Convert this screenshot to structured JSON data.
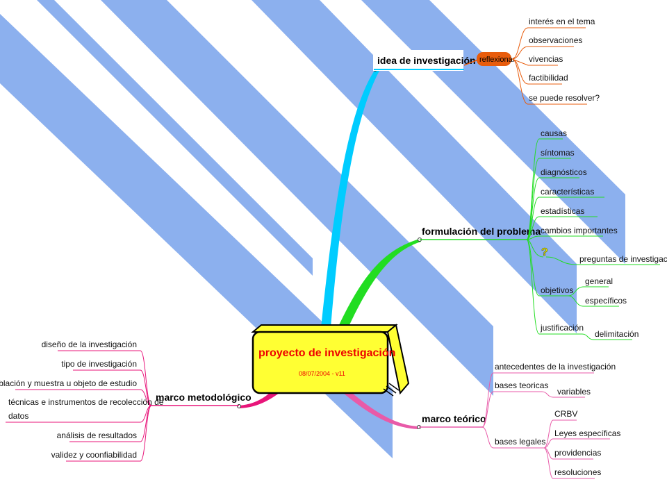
{
  "central": {
    "title": "proyecto de investigación",
    "subtitle": "08/07/2004 - v11"
  },
  "branches": {
    "idea": {
      "title": "idea de investigación",
      "sub_node": "reflexionar",
      "items": [
        "interés en el tema",
        "observaciones",
        "vivencias",
        "factibilidad",
        "se puede resolver?"
      ]
    },
    "formulacion": {
      "title": "formulación del problema",
      "items": [
        "causas",
        "síntomas",
        "diagnósticos",
        "características",
        "estadísticas",
        "cambios importantes"
      ],
      "question_mark": "?",
      "preguntas": "preguntas de investigación",
      "objetivos": "objetivos",
      "objetivos_children": [
        "general",
        "específicos"
      ],
      "justificacion": "justificación",
      "justificacion_child": "delimitación"
    },
    "metodologico": {
      "title": "marco metodológico",
      "items": [
        "diseño de la investigación",
        "tipo de investigación",
        "población y muestra u objeto de estudio",
        "técnicas e instrumentos de recolección de",
        "datos",
        "análisis de resultados",
        "validez y coonfiabilidad"
      ]
    },
    "teorico": {
      "title": "marco teórico",
      "antecedentes": "antecedentes de la investigación",
      "bases_teoricas": "bases teoricas",
      "variables": "variables",
      "bases_legales": "bases legales",
      "legales_children": [
        "CRBV",
        "Leyes específicas",
        "providencias",
        "resoluciones"
      ]
    }
  },
  "colors": {
    "stripes": "#8cb0ee",
    "idea": "#00ccff",
    "formulacion": "#22dd22",
    "metodologico": "#e8157a",
    "teorico": "#e85aa8",
    "orange": "#e85c0c",
    "central_fill": "#ffff33",
    "central_title": "#ee0000"
  }
}
